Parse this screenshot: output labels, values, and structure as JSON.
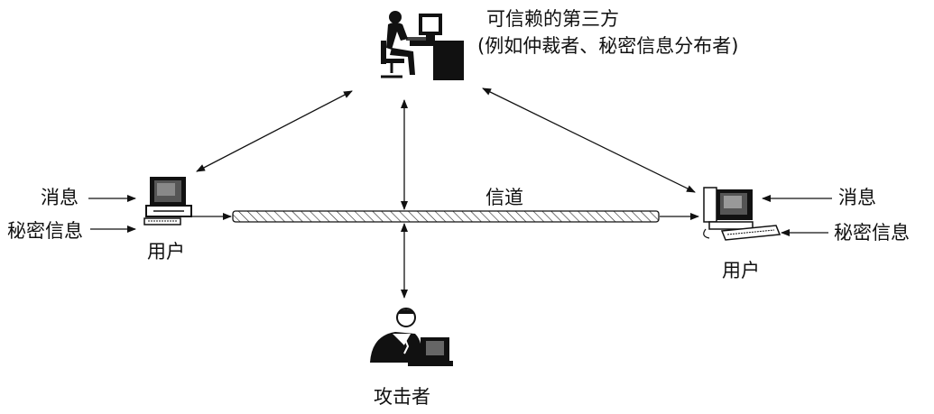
{
  "third_party": {
    "title": "可信赖的第三方",
    "subtitle": "(例如仲裁者、秘密信息分布者)"
  },
  "channel": {
    "label": "信道"
  },
  "left_user": {
    "label": "用户",
    "inputs": {
      "message": "消息",
      "secret": "秘密信息"
    }
  },
  "right_user": {
    "label": "用户",
    "inputs": {
      "message": "消息",
      "secret": "秘密信息"
    }
  },
  "attacker": {
    "label": "攻击者"
  },
  "icons": [
    "person-at-computer-icon",
    "desktop-computer-icon",
    "attacker-at-computer-icon"
  ]
}
